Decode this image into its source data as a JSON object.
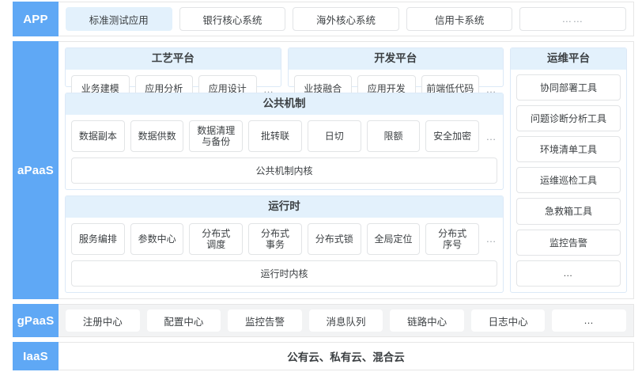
{
  "layers": {
    "app": {
      "label": "APP",
      "items": [
        {
          "text": "标准测试应用",
          "highlight": true
        },
        {
          "text": "银行核心系统",
          "highlight": false
        },
        {
          "text": "海外核心系统",
          "highlight": false
        },
        {
          "text": "信用卡系统",
          "highlight": false
        },
        {
          "text": "……",
          "highlight": false
        }
      ]
    },
    "apaas": {
      "label": "aPaaS",
      "panels": {
        "craft": {
          "title": "工艺平台",
          "chips": [
            "业务建模",
            "应用分析",
            "应用设计"
          ],
          "ellipsis": "…"
        },
        "dev": {
          "title": "开发平台",
          "chips": [
            "业技融合",
            "应用开发",
            "前端低代码"
          ],
          "ellipsis": "…"
        },
        "common": {
          "title": "公共机制",
          "chips": [
            "数据副本",
            "数据供数",
            "数据清理\n与备份",
            "批转联",
            "日切",
            "限额",
            "安全加密"
          ],
          "ellipsis": "…",
          "kernel": "公共机制内核"
        },
        "runtime": {
          "title": "运行时",
          "chips": [
            "服务编排",
            "参数中心",
            "分布式\n调度",
            "分布式\n事务",
            "分布式锁",
            "全局定位",
            "分布式\n序号"
          ],
          "ellipsis": "…",
          "kernel": "运行时内核"
        },
        "ops": {
          "title": "运维平台",
          "items": [
            "协同部署工具",
            "问题诊断分析工具",
            "环境清单工具",
            "运维巡检工具",
            "急救箱工具",
            "监控告警",
            "…"
          ]
        }
      }
    },
    "gpaas": {
      "label": "gPaaS",
      "items": [
        "注册中心",
        "配置中心",
        "监控告警",
        "消息队列",
        "链路中心",
        "日志中心",
        "…"
      ]
    },
    "iaas": {
      "label": "IaaS",
      "text": "公有云、私有云、混合云"
    }
  },
  "colors": {
    "layer_label_blue": "#5fa8f5",
    "panel_title_blue": "#e3f1fc",
    "chip_border": "#e2e4e6",
    "strip_border": "#e6e6e6",
    "gpaas_strip_bg": "#f2f3f4",
    "text": "#3c4043"
  }
}
